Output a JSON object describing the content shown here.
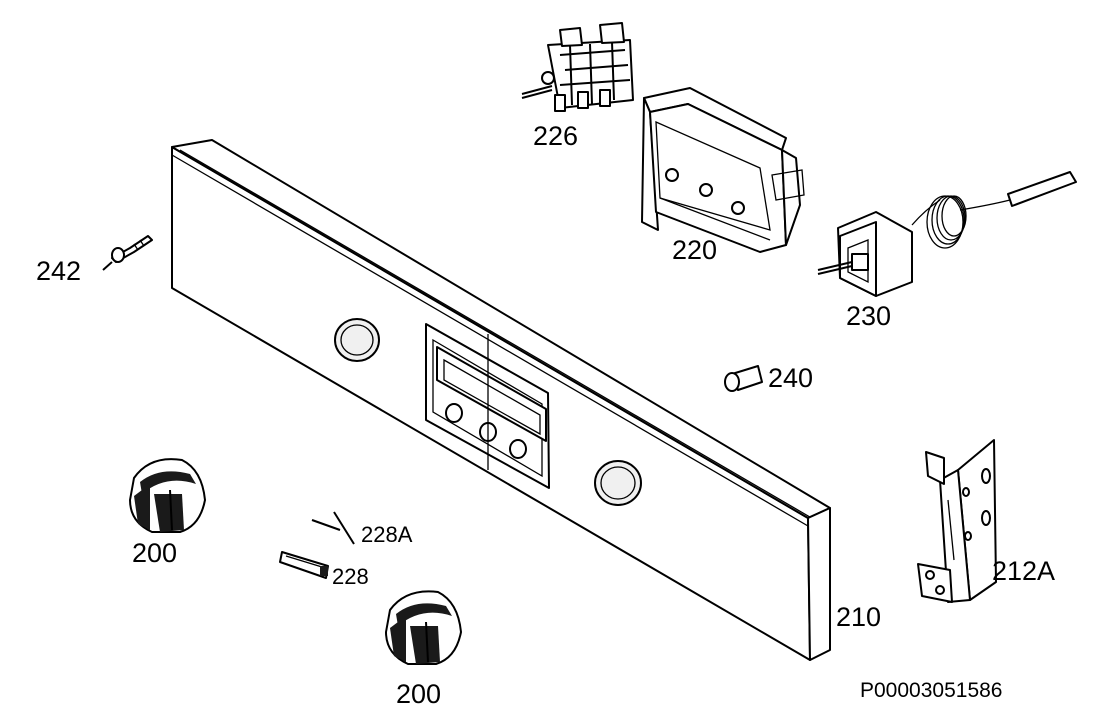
{
  "diagram": {
    "labels": {
      "p226": "226",
      "p220": "220",
      "p230": "230",
      "p240": "240",
      "p242": "242",
      "p200a": "200",
      "p200b": "200",
      "p228a": "228A",
      "p228": "228",
      "p210": "210",
      "p212a": "212A"
    },
    "reference_code": "P00003051586"
  }
}
